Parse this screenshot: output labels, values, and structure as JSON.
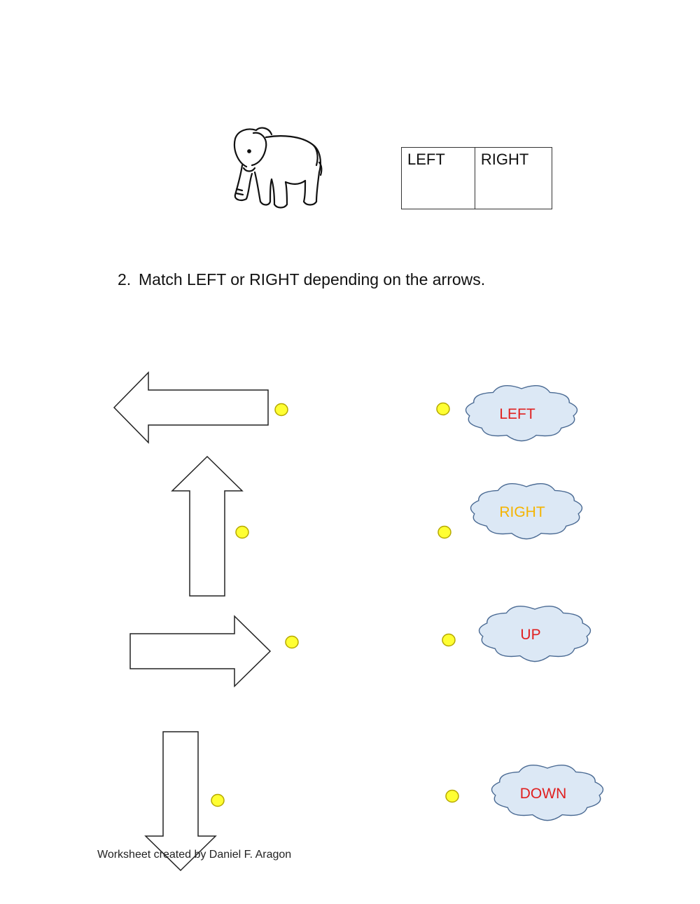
{
  "table": {
    "left_label": "LEFT",
    "right_label": "RIGHT"
  },
  "instruction": {
    "number": "2.",
    "text": "Match LEFT or RIGHT depending on the arrows."
  },
  "clouds": [
    {
      "label": "LEFT",
      "color": "#e02020"
    },
    {
      "label": "RIGHT",
      "color": "#f5b400"
    },
    {
      "label": "UP",
      "color": "#e02020"
    },
    {
      "label": "DOWN",
      "color": "#e02020"
    }
  ],
  "colors": {
    "dot_fill": "#ffff33",
    "dot_stroke": "#b5a800",
    "cloud_fill": "#dce8f5",
    "cloud_stroke": "#4a6a93"
  },
  "footer": {
    "credit": "Worksheet created by Daniel F. Aragon"
  }
}
